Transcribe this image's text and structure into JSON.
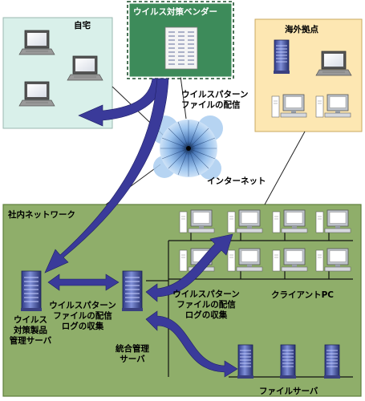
{
  "colors": {
    "home_bg": "#d9f0ea",
    "overseas_bg": "#fde7b2",
    "intranet_bg": "#8fae6a",
    "vendor_bg": "#3d8b5a",
    "arrow": "#3a3a9a",
    "server": "#4c5bb0"
  },
  "labels": {
    "home": "自宅",
    "vendor": "ウイルス対策ベンダー",
    "overseas": "海外拠点",
    "pattern_distribution": [
      "ウイルスパターン",
      "ファイルの配信"
    ],
    "internet": "インターネット",
    "intranet": "社内ネットワーク",
    "av_server": [
      "ウイルス",
      "対策製品",
      "管理サーバ"
    ],
    "link_left": [
      "ウイルスパターン",
      "ファイルの配信",
      "ログの収集"
    ],
    "mgmt_server": [
      "統合管理",
      "サーバ"
    ],
    "link_client": [
      "ウイルスパターン",
      "ファイルの配信",
      "ログの収集"
    ],
    "client_pc": "クライアントPC",
    "file_server": "ファイルサーバ"
  },
  "icons": {
    "laptop": "laptop-icon",
    "desktop": "desktop-pc-icon",
    "server": "server-tower-icon",
    "globe": "internet-globe-icon",
    "document": "pattern-file-icon",
    "arrow": "distribution-arrow-icon"
  }
}
